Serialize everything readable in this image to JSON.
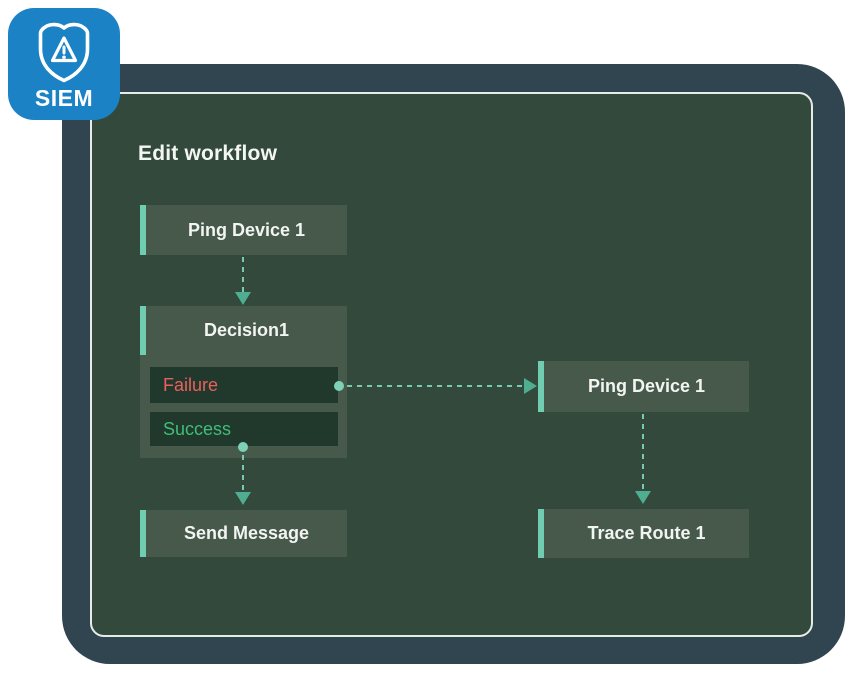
{
  "colors": {
    "badge_bg": "#1B82C6",
    "outer_panel": "#314550",
    "inner_panel": "#33493C",
    "node_bg": "#46594B",
    "node_accent": "#70CDB2",
    "node_text": "#F2F4F1",
    "connector": "#75CAAF",
    "connector_head": "#4FAE91",
    "branch_bg": "#20392C",
    "failure_text": "#EB5F5C",
    "success_text": "#3FBE76"
  },
  "badge": {
    "label": "SIEM",
    "icon": "shield-warning-icon"
  },
  "editor": {
    "title": "Edit workflow"
  },
  "workflow": {
    "nodes": {
      "ping_left": "Ping Device 1",
      "decision": "Decision1",
      "branch_failure": "Failure",
      "branch_success": "Success",
      "send_message": "Send Message",
      "ping_right": "Ping Device 1",
      "trace_route": "Trace Route 1"
    }
  }
}
